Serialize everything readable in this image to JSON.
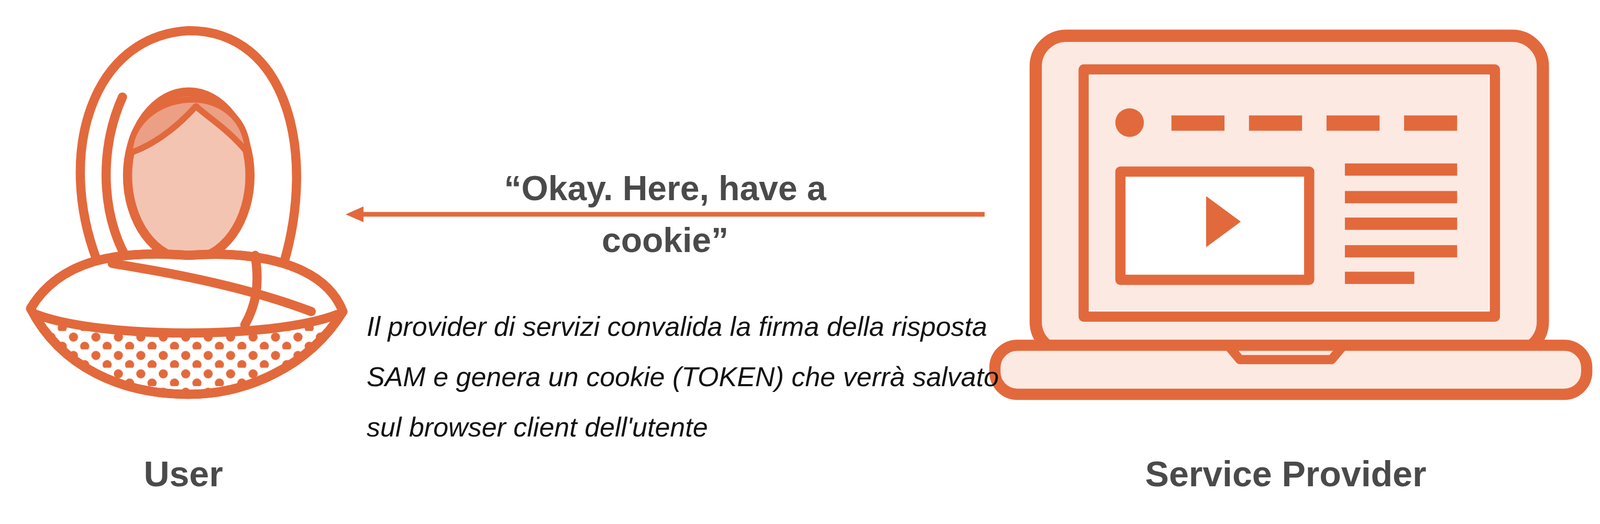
{
  "diagram": {
    "nodes": [
      {
        "text": [
          "User"
        ]
      },
      {
        "text": [
          "Service Provider"
        ]
      }
    ],
    "edges": [
      {
        "from": 1,
        "to": 0,
        "arrow": "to",
        "label": "“Okay. Here, have a cookie”"
      }
    ],
    "labels": [
      "Il provider di servizi convalida la firma della risposta SAM e genera un cookie (TOKEN) che verrà salvato sul browser client dell'utente"
    ]
  }
}
